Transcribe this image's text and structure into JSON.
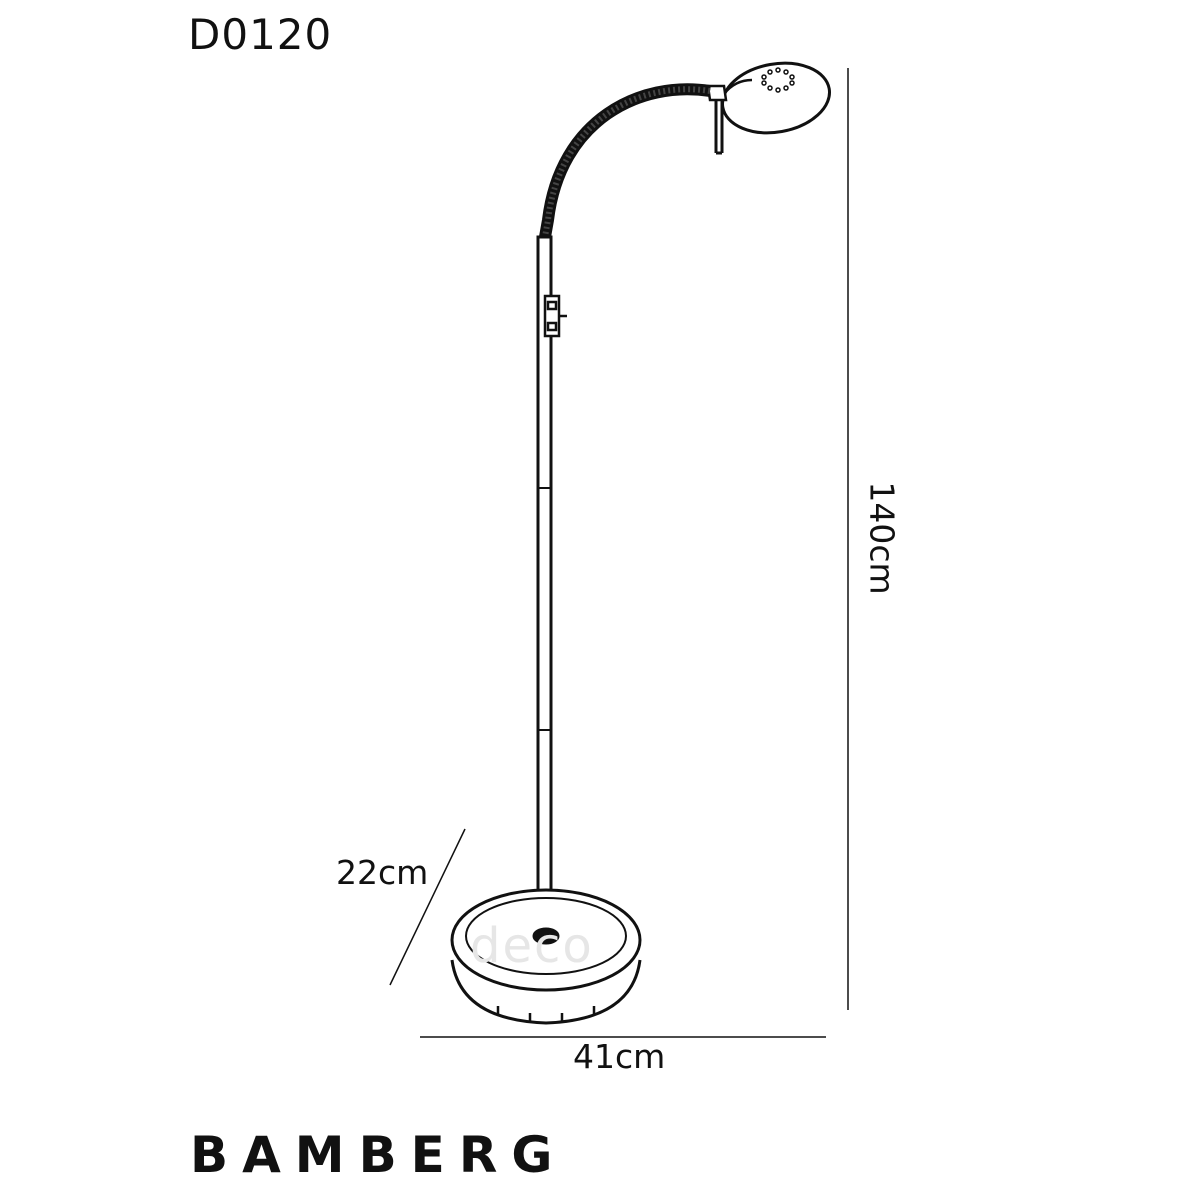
{
  "product": {
    "code": "D0120",
    "name": "BAMBERG"
  },
  "dimensions": {
    "height": "140cm",
    "depth": "22cm",
    "width": "41cm"
  },
  "watermark": {
    "text": "deco"
  },
  "colors": {
    "line": "#111111",
    "watermark": "#e6e6e6"
  },
  "icons": {
    "lamp": "floor-lamp-drawing",
    "switch": "toggle-switch"
  }
}
